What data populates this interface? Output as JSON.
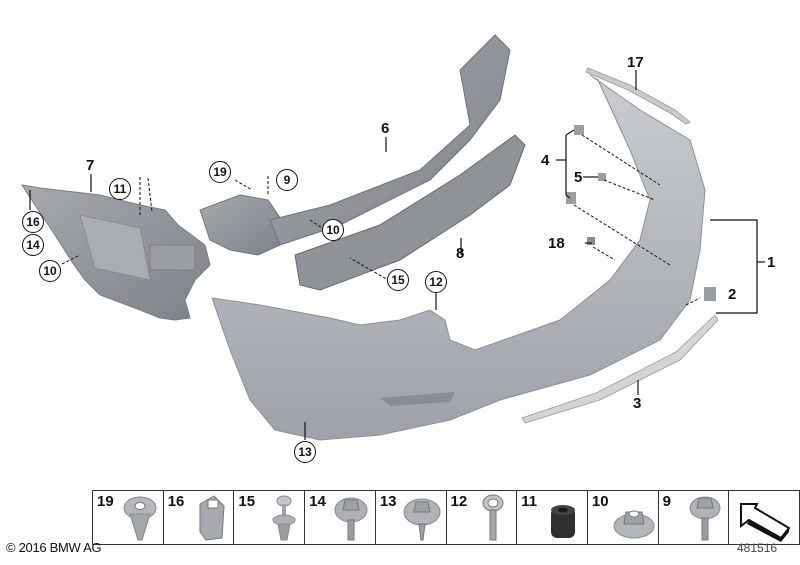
{
  "diagram": {
    "id": "481516",
    "copyright": "© 2016 BMW AG",
    "colors": {
      "part_gray": "#b9bcc0",
      "part_dark": "#8a8e93",
      "line": "#111111"
    }
  },
  "callouts": {
    "c1": "1",
    "c2": "2",
    "c3": "3",
    "c4": "4",
    "c5": "5",
    "c6": "6",
    "c7": "7",
    "c8": "8",
    "c9": "9",
    "c10a": "10",
    "c10b": "10",
    "c11": "11",
    "c12": "12",
    "c13": "13",
    "c14": "14",
    "c15": "15",
    "c16": "16",
    "c17": "17",
    "c18": "18",
    "c19": "19"
  },
  "parts_strip": [
    {
      "number": "19",
      "icon": "expanding-rivet-icon"
    },
    {
      "number": "16",
      "icon": "spring-nut-clip-icon"
    },
    {
      "number": "15",
      "icon": "push-pin-clip-icon"
    },
    {
      "number": "14",
      "icon": "hex-flange-screw-icon"
    },
    {
      "number": "13",
      "icon": "hex-washer-screw-icon"
    },
    {
      "number": "12",
      "icon": "round-head-screw-icon"
    },
    {
      "number": "11",
      "icon": "rubber-buffer-icon"
    },
    {
      "number": "10",
      "icon": "hex-flange-nut-icon"
    },
    {
      "number": "9",
      "icon": "hex-flange-bolt-icon"
    },
    {
      "number": "",
      "icon": "direction-arrow-icon"
    }
  ]
}
